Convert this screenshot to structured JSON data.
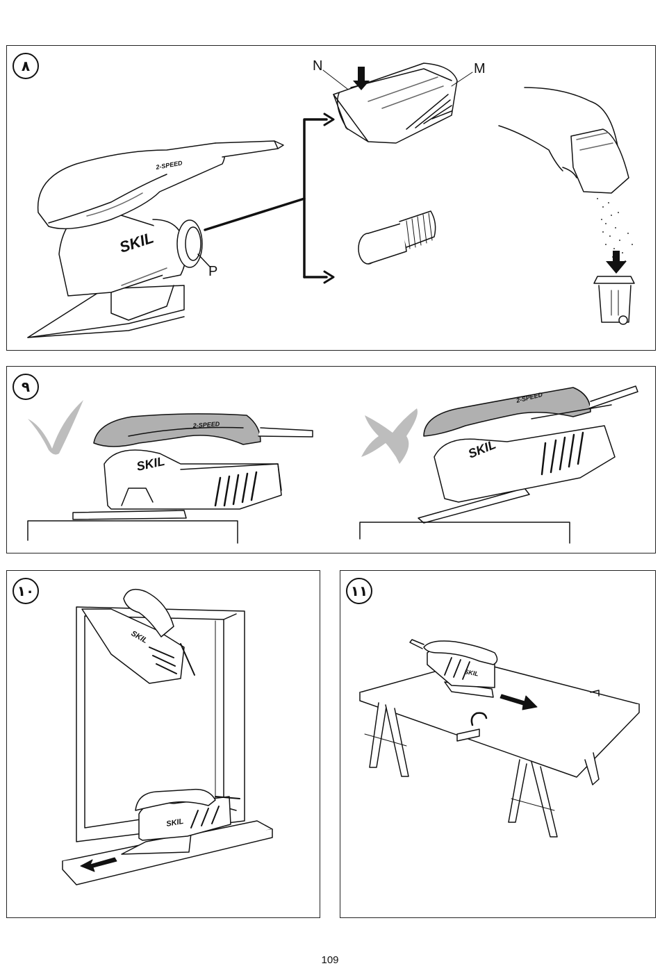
{
  "page": {
    "number": "109"
  },
  "panels": [
    {
      "id": "fig-8",
      "step": "٨",
      "callouts": {
        "n": "N",
        "m": "M",
        "p": "P"
      }
    },
    {
      "id": "fig-9",
      "step": "٩"
    },
    {
      "id": "fig-10",
      "step": "١٠"
    },
    {
      "id": "fig-11",
      "step": "١١"
    }
  ],
  "product": {
    "brand": "SKIL",
    "model_mark": "2-SPEED"
  },
  "icons": {
    "correct": "check-mark-icon",
    "incorrect": "cross-mark-icon",
    "bin": "waste-bin-icon"
  },
  "colors": {
    "line": "#111111",
    "grip_gray": "#b0b0b0",
    "check_gray": "#bdbdbd"
  }
}
